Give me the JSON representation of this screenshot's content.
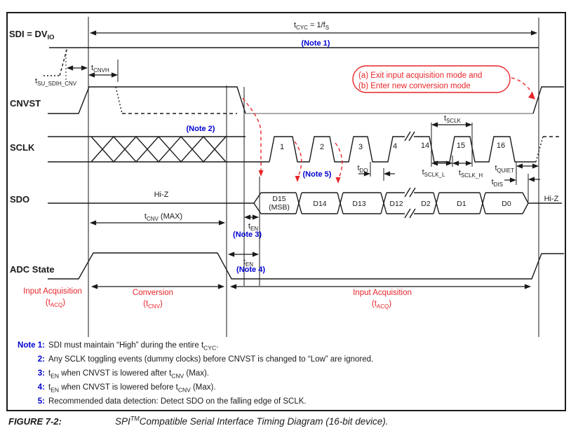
{
  "figure": {
    "label": "FIGURE 7-2:",
    "title": "SPI^{TM}Compatible Serial Interface Timing Diagram (16-bit device)."
  },
  "signals": {
    "sdi_pre": "SDI = DV",
    "sdi_sub": "IO",
    "cnvst": "CNVST",
    "sclk": "SCLK",
    "sdo": "SDO",
    "adc_state": "ADC State"
  },
  "timing": {
    "tcyc": {
      "pre": "t",
      "sub": "CYC",
      "post": " = 1/f",
      "sub2": "S"
    },
    "tsu": {
      "pre": "t",
      "sub": "SU_SDIH_CNV"
    },
    "tcnvh": {
      "pre": "t",
      "sub": "CNVH"
    },
    "tsclk": {
      "pre": "t",
      "sub": "SCLK"
    },
    "tsclk_l": {
      "pre": "t",
      "sub": "SCLK_L"
    },
    "tsclk_h": {
      "pre": "t",
      "sub": "SCLK_H"
    },
    "tquiet": {
      "pre": "t",
      "sub": "QUIET"
    },
    "tdo": {
      "pre": "t",
      "sub": "DO"
    },
    "tdis": {
      "pre": "t",
      "sub": "DIS"
    },
    "ten": {
      "pre": "t",
      "sub": "EN"
    },
    "tcnv_max": {
      "pre": "t",
      "sub": "CNV",
      "post": " (MAX)"
    }
  },
  "annotations": {
    "note1": "(Note 1)",
    "note2": "(Note 2)",
    "note3": "(Note 3)",
    "note4": "(Note 4)",
    "note5": "(Note 5)",
    "bubble_line1": "(a) Exit input acquisition mode and",
    "bubble_line2": "(b) Enter new conversion mode",
    "hiz_left": "Hi-Z",
    "hiz_right": "Hi-Z"
  },
  "sclk_pulses": [
    "1",
    "2",
    "3",
    "4",
    "14",
    "15",
    "16"
  ],
  "sdo_bits": {
    "d15": "D15",
    "d15b": "(MSB)",
    "d14": "D14",
    "d13": "D13",
    "d12": "D12",
    "d2": "D2",
    "d1": "D1",
    "d0": "D0"
  },
  "phases": {
    "acq_left_1": "Input Acquisition",
    "acq_left_2": {
      "pre": "(t",
      "sub": "ACQ",
      "post": ")"
    },
    "conv_1": "Conversion",
    "conv_2": {
      "pre": "(t",
      "sub": "CNV",
      "post": ")"
    },
    "acq_right_1": "Input Acquisition",
    "acq_right_2": {
      "pre": "(t",
      "sub": "ACQ",
      "post": ")"
    }
  },
  "notes": {
    "n1_label": "Note 1:",
    "n1": "SDI must maintain “High” during the entire t_{CYC}.",
    "n2_label": "2:",
    "n2": "Any SCLK toggling events (dummy clocks) before CNVST is changed to “Low” are ignored.",
    "n3_label": "3:",
    "n3": "t_{EN} when CNVST is lowered after t_{CNV} (Max).",
    "n4_label": "4:",
    "n4": "t_{EN} when CNVST is lowered before t_{CNV} (Max).",
    "n5_label": "5:",
    "n5": "Recommended data detection: Detect SDO on the falling edge of SCLK."
  },
  "colors": {
    "blue": "#0000d0",
    "red": "#e8252a",
    "gray": "#909090",
    "black": "#1a1a1a"
  }
}
